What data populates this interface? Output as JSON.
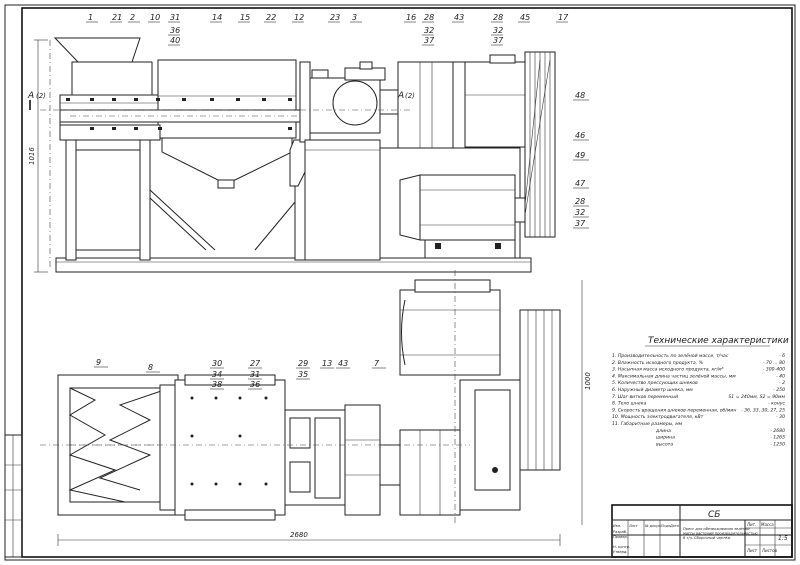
{
  "callouts_front": [
    "1",
    "21",
    "2",
    "10",
    "31",
    "36",
    "40",
    "14",
    "15",
    "22",
    "12",
    "23",
    "3",
    "16",
    "28",
    "32",
    "37",
    "43",
    "28",
    "32",
    "37",
    "45",
    "17"
  ],
  "callouts_right": [
    "48",
    "46",
    "49",
    "47",
    "28",
    "32",
    "37"
  ],
  "callouts_plan": [
    "9",
    "8",
    "30",
    "34",
    "38",
    "27",
    "31",
    "36",
    "29",
    "35",
    "13",
    "43",
    "7"
  ],
  "section_mark": {
    "letter": "A",
    "num": "(2)"
  },
  "dimensions": {
    "height_front": "1016",
    "overall_length": "2680",
    "plan_depth": "1000"
  },
  "specs": {
    "title": "Технические характеристики",
    "rows": [
      {
        "label": "1. Производительность по зелёной массе, т/час",
        "value": "- 6"
      },
      {
        "label": "2. Влажность исходного продукта, %",
        "value": "- 70 ... 80"
      },
      {
        "label": "3. Насыпная масса исходного продукта, кг/м³",
        "value": "- 300-400"
      },
      {
        "label": "4. Максимальная длина частиц зелёной массы, мм",
        "value": "- 40"
      },
      {
        "label": "5. Количество прессующих шнеков",
        "value": "- 2"
      },
      {
        "label": "6. Наружный диаметр шнека, мм",
        "value": "- 250"
      },
      {
        "label": "7. Шаг витков переменный",
        "value": "S1 = 240мм, S2 = 90мм"
      },
      {
        "label": "8. Тело шнека",
        "value": "- конус"
      },
      {
        "label": "9. Скорость вращения шнеков переменная, об/мин",
        "value": "- 36, 33, 30, 27, 25"
      },
      {
        "label": "10. Мощность электродвигателя, кВт",
        "value": "- 30"
      },
      {
        "label": "11. Габаритные размеры, мм",
        "value": ""
      },
      {
        "label": "длина",
        "value": "- 2680"
      },
      {
        "label": "ширина",
        "value": "- 1265"
      },
      {
        "label": "высота",
        "value": "- 1250"
      }
    ]
  },
  "title_block": {
    "code": "СБ",
    "name": "Пресс для обезвоживания зелёной массы растений производительностью 6 т/ч. Сборочный чертёж",
    "scale": "1:5",
    "sheet": "Лист",
    "sheets": "Листов",
    "lit": "Лит.",
    "mass": "Масса",
    "rows_left": [
      "Изм.",
      "Лист",
      "№ докум.",
      "Подп.",
      "Дата"
    ],
    "roles": [
      "Разраб.",
      "Провер.",
      "",
      "Н. контр.",
      "Утверд."
    ]
  }
}
